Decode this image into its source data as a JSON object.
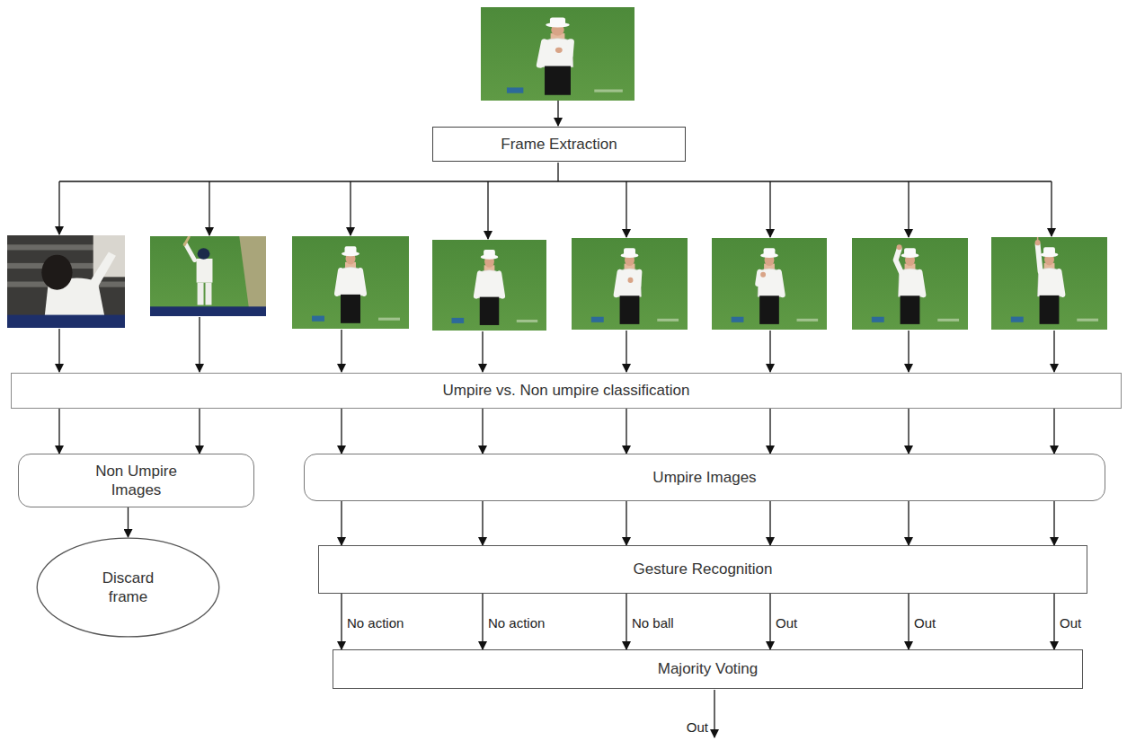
{
  "diagram": {
    "nodes": [
      {
        "text": [
          "Frame Extraction"
        ]
      },
      {
        "text": [
          "Umpire vs. Non umpire classification"
        ]
      },
      {
        "text": [
          "Non Umpire Images"
        ]
      },
      {
        "text": [
          "Umpire Images"
        ]
      },
      {
        "text": [
          "Discard frame"
        ]
      },
      {
        "text": [
          "Gesture Recognition"
        ]
      },
      {
        "text": [
          "Majority Voting"
        ]
      }
    ],
    "edges": [
      {
        "from": 1,
        "to": 2,
        "arrow": "to"
      },
      {
        "from": 1,
        "to": 2,
        "arrow": "to"
      },
      {
        "from": 1,
        "to": 3,
        "arrow": "to"
      },
      {
        "from": 1,
        "to": 3,
        "arrow": "to"
      },
      {
        "from": 1,
        "to": 3,
        "arrow": "to"
      },
      {
        "from": 1,
        "to": 3,
        "arrow": "to"
      },
      {
        "from": 1,
        "to": 3,
        "arrow": "to"
      },
      {
        "from": 1,
        "to": 3,
        "arrow": "to"
      },
      {
        "from": 2,
        "to": 4,
        "arrow": "to"
      },
      {
        "from": 3,
        "to": 5,
        "arrow": "to"
      },
      {
        "from": 3,
        "to": 5,
        "arrow": "to"
      },
      {
        "from": 3,
        "to": 5,
        "arrow": "to"
      },
      {
        "from": 3,
        "to": 5,
        "arrow": "to"
      },
      {
        "from": 3,
        "to": 5,
        "arrow": "to"
      },
      {
        "from": 3,
        "to": 5,
        "arrow": "to"
      },
      {
        "from": 5,
        "to": 6,
        "label": "No action",
        "arrow": "to"
      },
      {
        "from": 5,
        "to": 6,
        "label": "No action",
        "arrow": "to"
      },
      {
        "from": 5,
        "to": 6,
        "label": "No ball",
        "arrow": "to"
      },
      {
        "from": 5,
        "to": 6,
        "label": "Out",
        "arrow": "to"
      },
      {
        "from": 5,
        "to": 6,
        "label": "Out",
        "arrow": "to"
      },
      {
        "from": 5,
        "to": 6,
        "label": "Out",
        "arrow": "to"
      }
    ],
    "labels": [
      "Out"
    ]
  }
}
